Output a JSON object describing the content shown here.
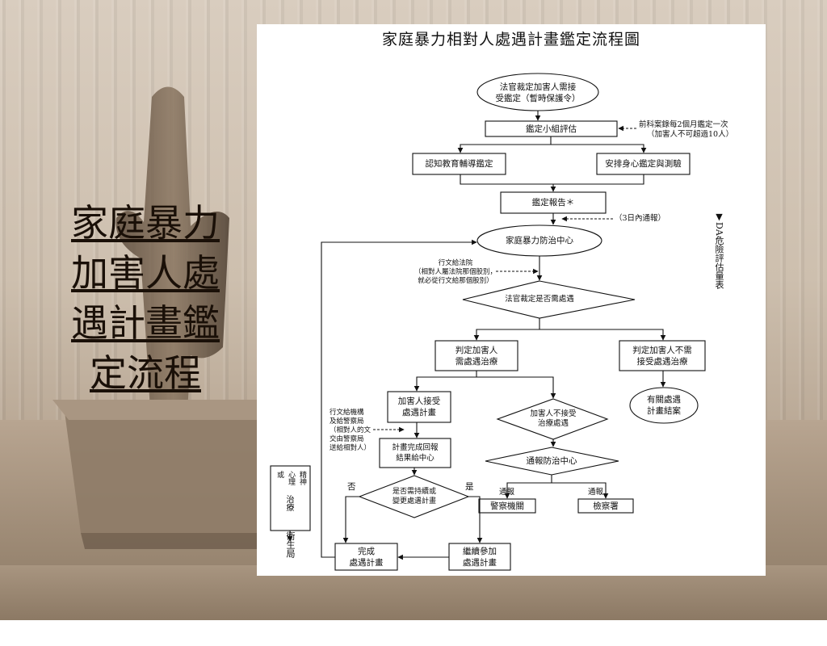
{
  "slide": {
    "title_lines": [
      "家庭暴力",
      "加害人處",
      "遇計畫鑑",
      "定流程"
    ]
  },
  "flowchart": {
    "title": "家庭暴力相對人處遇計畫鑑定流程圖",
    "nodes": {
      "start": [
        "法官裁定加害人需接",
        "受鑑定（暫時保護令）"
      ],
      "assess": "鑑定小組評估",
      "cog": "認知教育輔導鑑定",
      "psych": "安排身心鑑定與測驗",
      "report": "鑑定報告＊",
      "center": "家庭暴力防治中心",
      "court_decide": "法官裁定是否需處遇",
      "need": [
        "判定加害人",
        "需處遇治療"
      ],
      "noneed": [
        "判定加害人不需",
        "接受處遇治療"
      ],
      "closed": [
        "有關處遇",
        "計畫結案"
      ],
      "accept": [
        "加害人接受",
        "處遇計畫"
      ],
      "refuse": [
        "加害人不接受",
        "治療處遇"
      ],
      "notify": "通報防治中心",
      "police_label": "通報",
      "police": "警察機關",
      "prosecutor_label": "通報",
      "prosecutor": "檢察署",
      "plan_done": [
        "計畫完成回報",
        "結果給中心"
      ],
      "continue_q": [
        "是否需持續或",
        "變更處遇計畫"
      ],
      "no_label": "否",
      "yes_label": "是",
      "complete": [
        "完成",
        "處遇計畫"
      ],
      "continue": [
        "繼續參加",
        "處遇計畫"
      ]
    },
    "notes": {
      "assess_note": [
        "前科案錄每2個月鑑定一次",
        "（加害人不可超過10人）"
      ],
      "notify_3days": "（3日內通報）",
      "court_doc": [
        "行文給法院",
        "（相對人屬法院那個股別，",
        "就必從行文給那個股別）"
      ],
      "police_doc": [
        "行文給機構",
        "及給警察局",
        "（相對人的文",
        "交由警察局",
        "送給相對人）"
      ],
      "da_scale": "▼DA危險評估量表",
      "mental_care": [
        "精神",
        "心理",
        "或",
        "治療"
      ],
      "mental_care_sub": "治療",
      "health_bureau": "衛生局"
    }
  },
  "colors": {
    "ink": "#111111",
    "paper": "#ffffff",
    "title_text": "#1a1008",
    "background": "#cdbfae"
  }
}
